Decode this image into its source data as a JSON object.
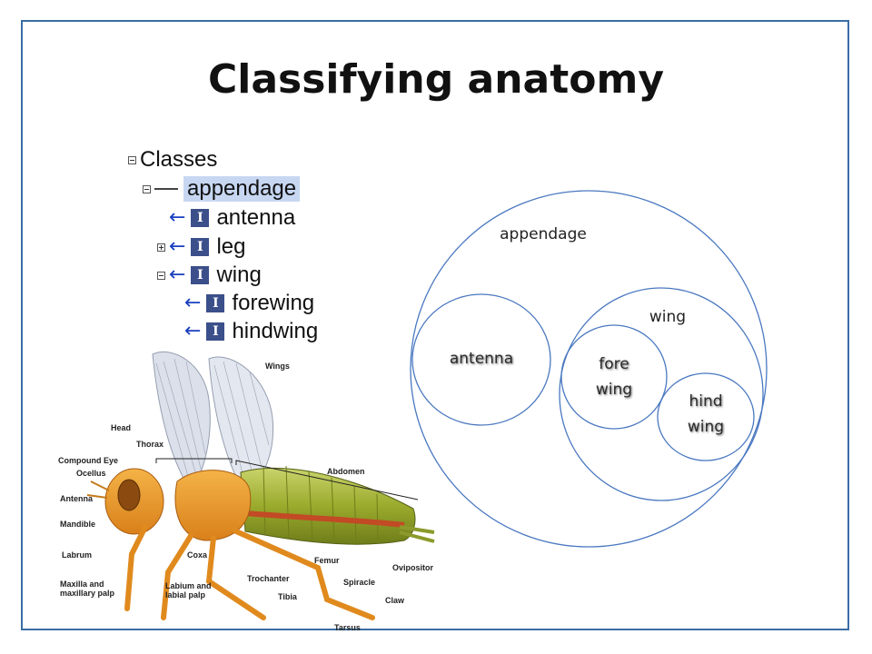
{
  "slide": {
    "title": "Classifying anatomy"
  },
  "tree": {
    "root": "Classes",
    "appendage": "appendage",
    "antenna": "antenna",
    "leg": "leg",
    "wing": "wing",
    "forewing": "forewing",
    "hindwing": "hindwing",
    "instance_icon": "I"
  },
  "insect_labels": {
    "wings": "Wings",
    "head": "Head",
    "thorax": "Thorax",
    "compound_eye": "Compound Eye",
    "ocellus": "Ocellus",
    "antenna": "Antenna",
    "mandible": "Mandible",
    "labrum": "Labrum",
    "maxilla": "Maxilla and maxillary palp",
    "coxa": "Coxa",
    "labium": "Labium and labial palp",
    "abdomen": "Abdomen",
    "femur": "Femur",
    "ovipositor": "Ovipositor",
    "spiracle": "Spiracle",
    "trochanter": "Trochanter",
    "tibia": "Tibia",
    "claw": "Claw",
    "tarsus": "Tarsus"
  },
  "venn": {
    "appendage": "appendage",
    "antenna": "antenna",
    "wing": "wing",
    "fore_line1": "fore",
    "fore_line2": "wing",
    "hind_line1": "hind",
    "hind_line2": "wing"
  },
  "colors": {
    "frame": "#3a6ea5",
    "circle": "#4a78c0",
    "tree_highlight": "#c7d7f2",
    "arrow": "#1a3fbf",
    "instance_icon": "#3b4f8a"
  }
}
